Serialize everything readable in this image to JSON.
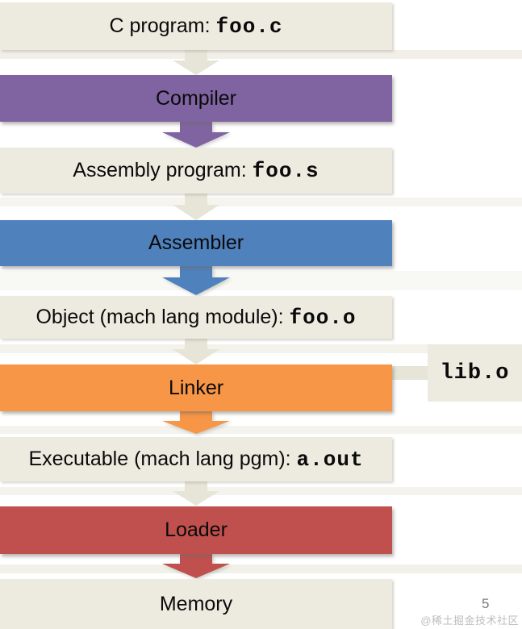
{
  "slide": {
    "page_number": "5",
    "watermark": "@稀土掘金技术社区"
  },
  "colors": {
    "background": "#ffffff",
    "beige_box": "#edebe0",
    "beige_arrow": "#e7e5d7",
    "purple": "#8064a2",
    "blue": "#4f81bd",
    "orange": "#f79646",
    "red": "#c0504d",
    "text": "#0a0a0a",
    "page_number_gray": "#7b7b7b",
    "watermark_gray": "#bfbdbd"
  },
  "flow": {
    "nodes": [
      {
        "id": "c-program",
        "kind": "file",
        "label": "C program: ",
        "code": "foo.c"
      },
      {
        "id": "compiler",
        "kind": "stage",
        "label": "Compiler",
        "code": ""
      },
      {
        "id": "assembly",
        "kind": "file",
        "label": "Assembly program: ",
        "code": "foo.s"
      },
      {
        "id": "assembler",
        "kind": "stage",
        "label": "Assembler",
        "code": ""
      },
      {
        "id": "object",
        "kind": "file",
        "label": "Object (mach lang module): ",
        "code": "foo.o"
      },
      {
        "id": "linker",
        "kind": "stage",
        "label": "Linker",
        "code": ""
      },
      {
        "id": "executable",
        "kind": "file",
        "label": "Executable (mach lang pgm): ",
        "code": "a.out"
      },
      {
        "id": "loader",
        "kind": "stage",
        "label": "Loader",
        "code": ""
      },
      {
        "id": "memory",
        "kind": "file",
        "label": "Memory",
        "code": ""
      }
    ],
    "side_input": {
      "id": "lib-o",
      "code": "lib.o",
      "connects_to": "linker"
    }
  }
}
